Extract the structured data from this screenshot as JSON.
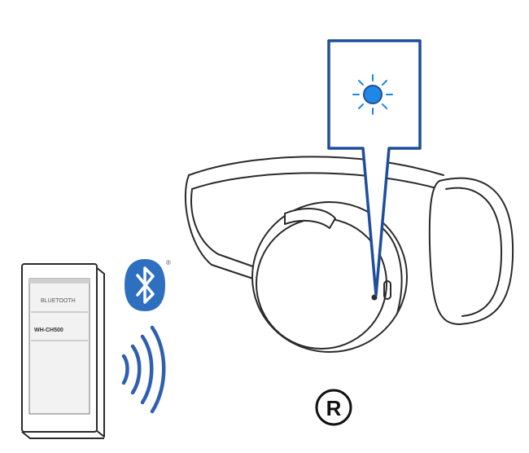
{
  "colors": {
    "outline": "#2a2a2a",
    "callout_blue": "#1f4e9c",
    "led_blue": "#1e88e5",
    "bluetooth_blue": "#2f6fc0",
    "wave_blue": "#2f5fb0"
  },
  "phone": {
    "header_text": "BLUETOOTH",
    "list_item": "WH-CH500"
  },
  "bluetooth_logo": {
    "registered_mark": "®"
  },
  "label": {
    "letter": "R"
  },
  "icons": [
    "led-indicator-icon",
    "bluetooth-icon",
    "signal-waves-icon",
    "registered-circle-icon"
  ]
}
